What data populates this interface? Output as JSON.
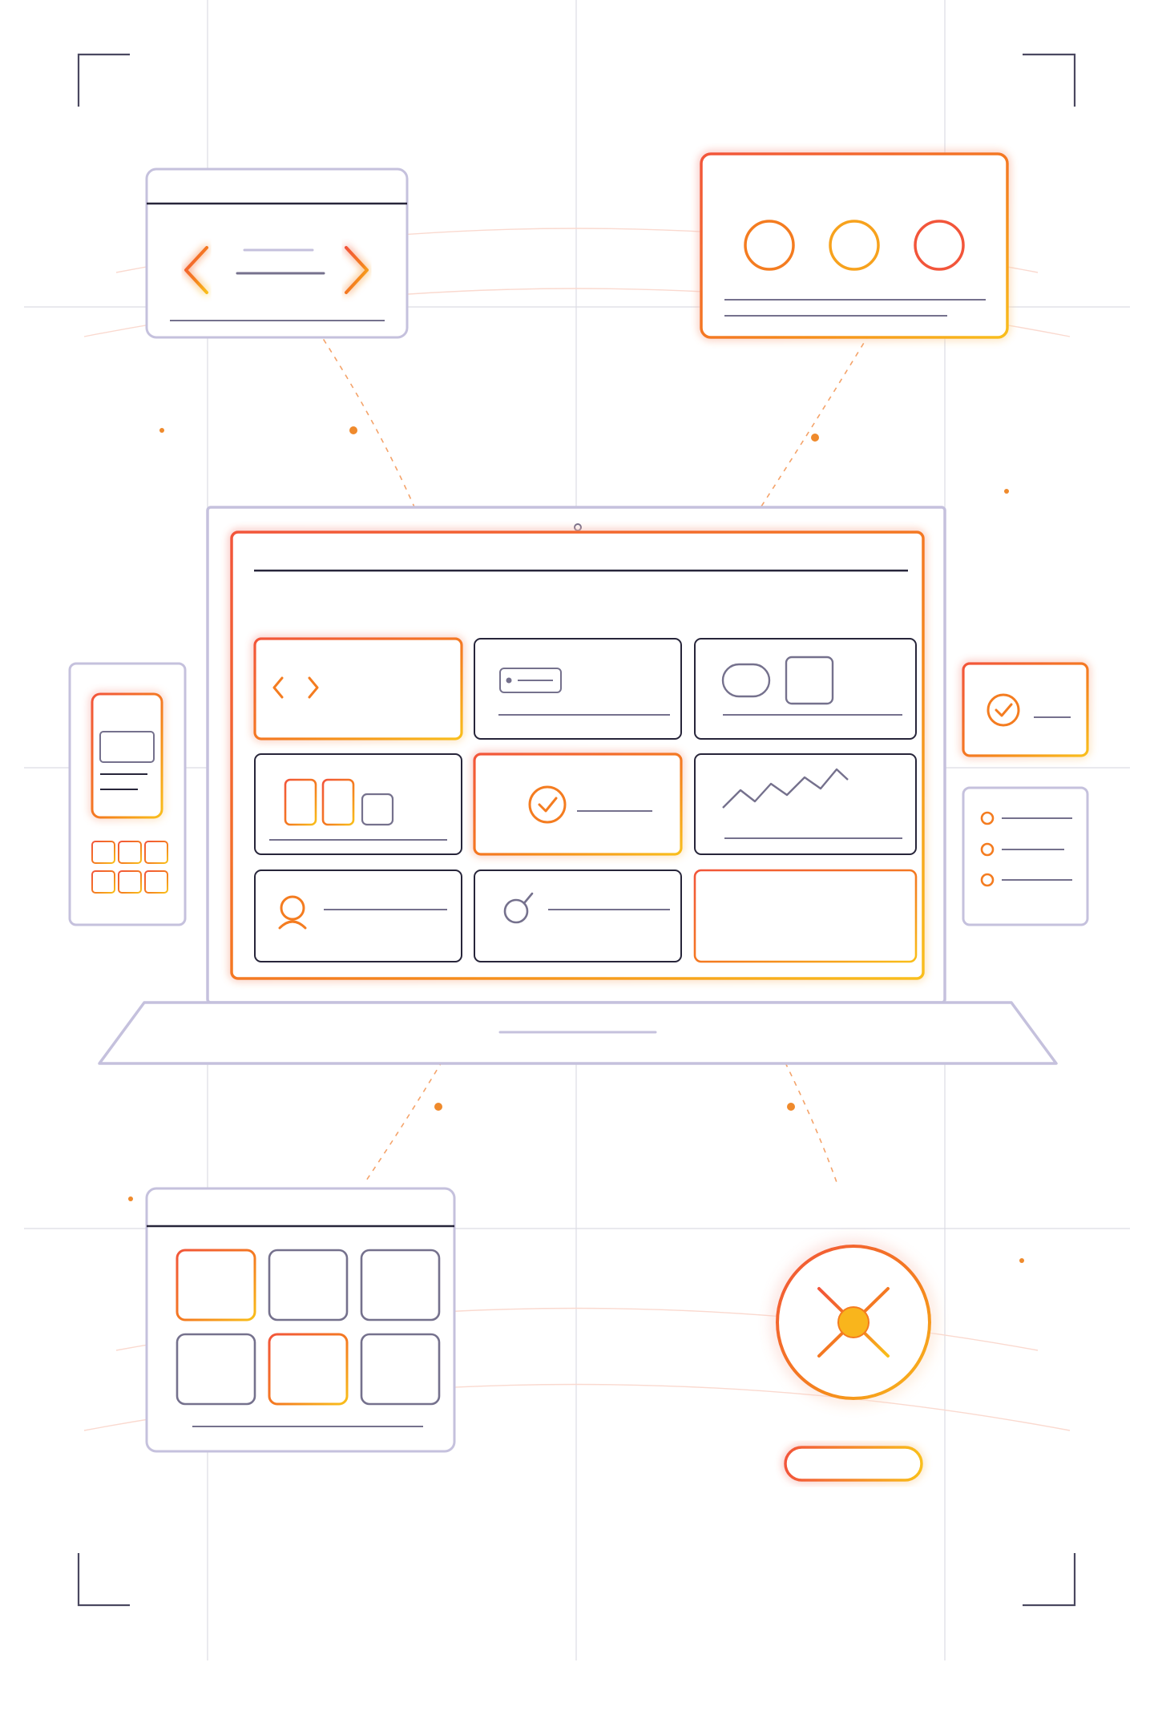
{
  "colors": {
    "background": "#ffffff",
    "outline_lavender": "#c5c1dd",
    "outline_dark": "#75718d",
    "ink": "#27253a",
    "accent_red": "#f2553a",
    "accent_orange": "#f47c20",
    "accent_amber": "#f7a21d",
    "accent_yellow": "#f9bf1a",
    "guide_line": "#d9d9e0",
    "dashed_connector": "#f4a36a",
    "dot": "#ef8a2c"
  },
  "icons": {
    "code": "code-brackets-icon",
    "carousel_prev": "chevron-left-icon",
    "carousel_next": "chevron-right-icon",
    "check": "checkmark-circle-icon",
    "chart": "line-chart-icon",
    "user": "user-profile-icon",
    "search": "magnifier-icon",
    "close": "close-x-icon",
    "radio": "radio-option-icon"
  },
  "scene": {
    "laptop_tiles": 9,
    "mobile_grid_tiles": 6,
    "tile_grid_tiles": 6,
    "list_options": 3,
    "color_swatches": 3
  }
}
